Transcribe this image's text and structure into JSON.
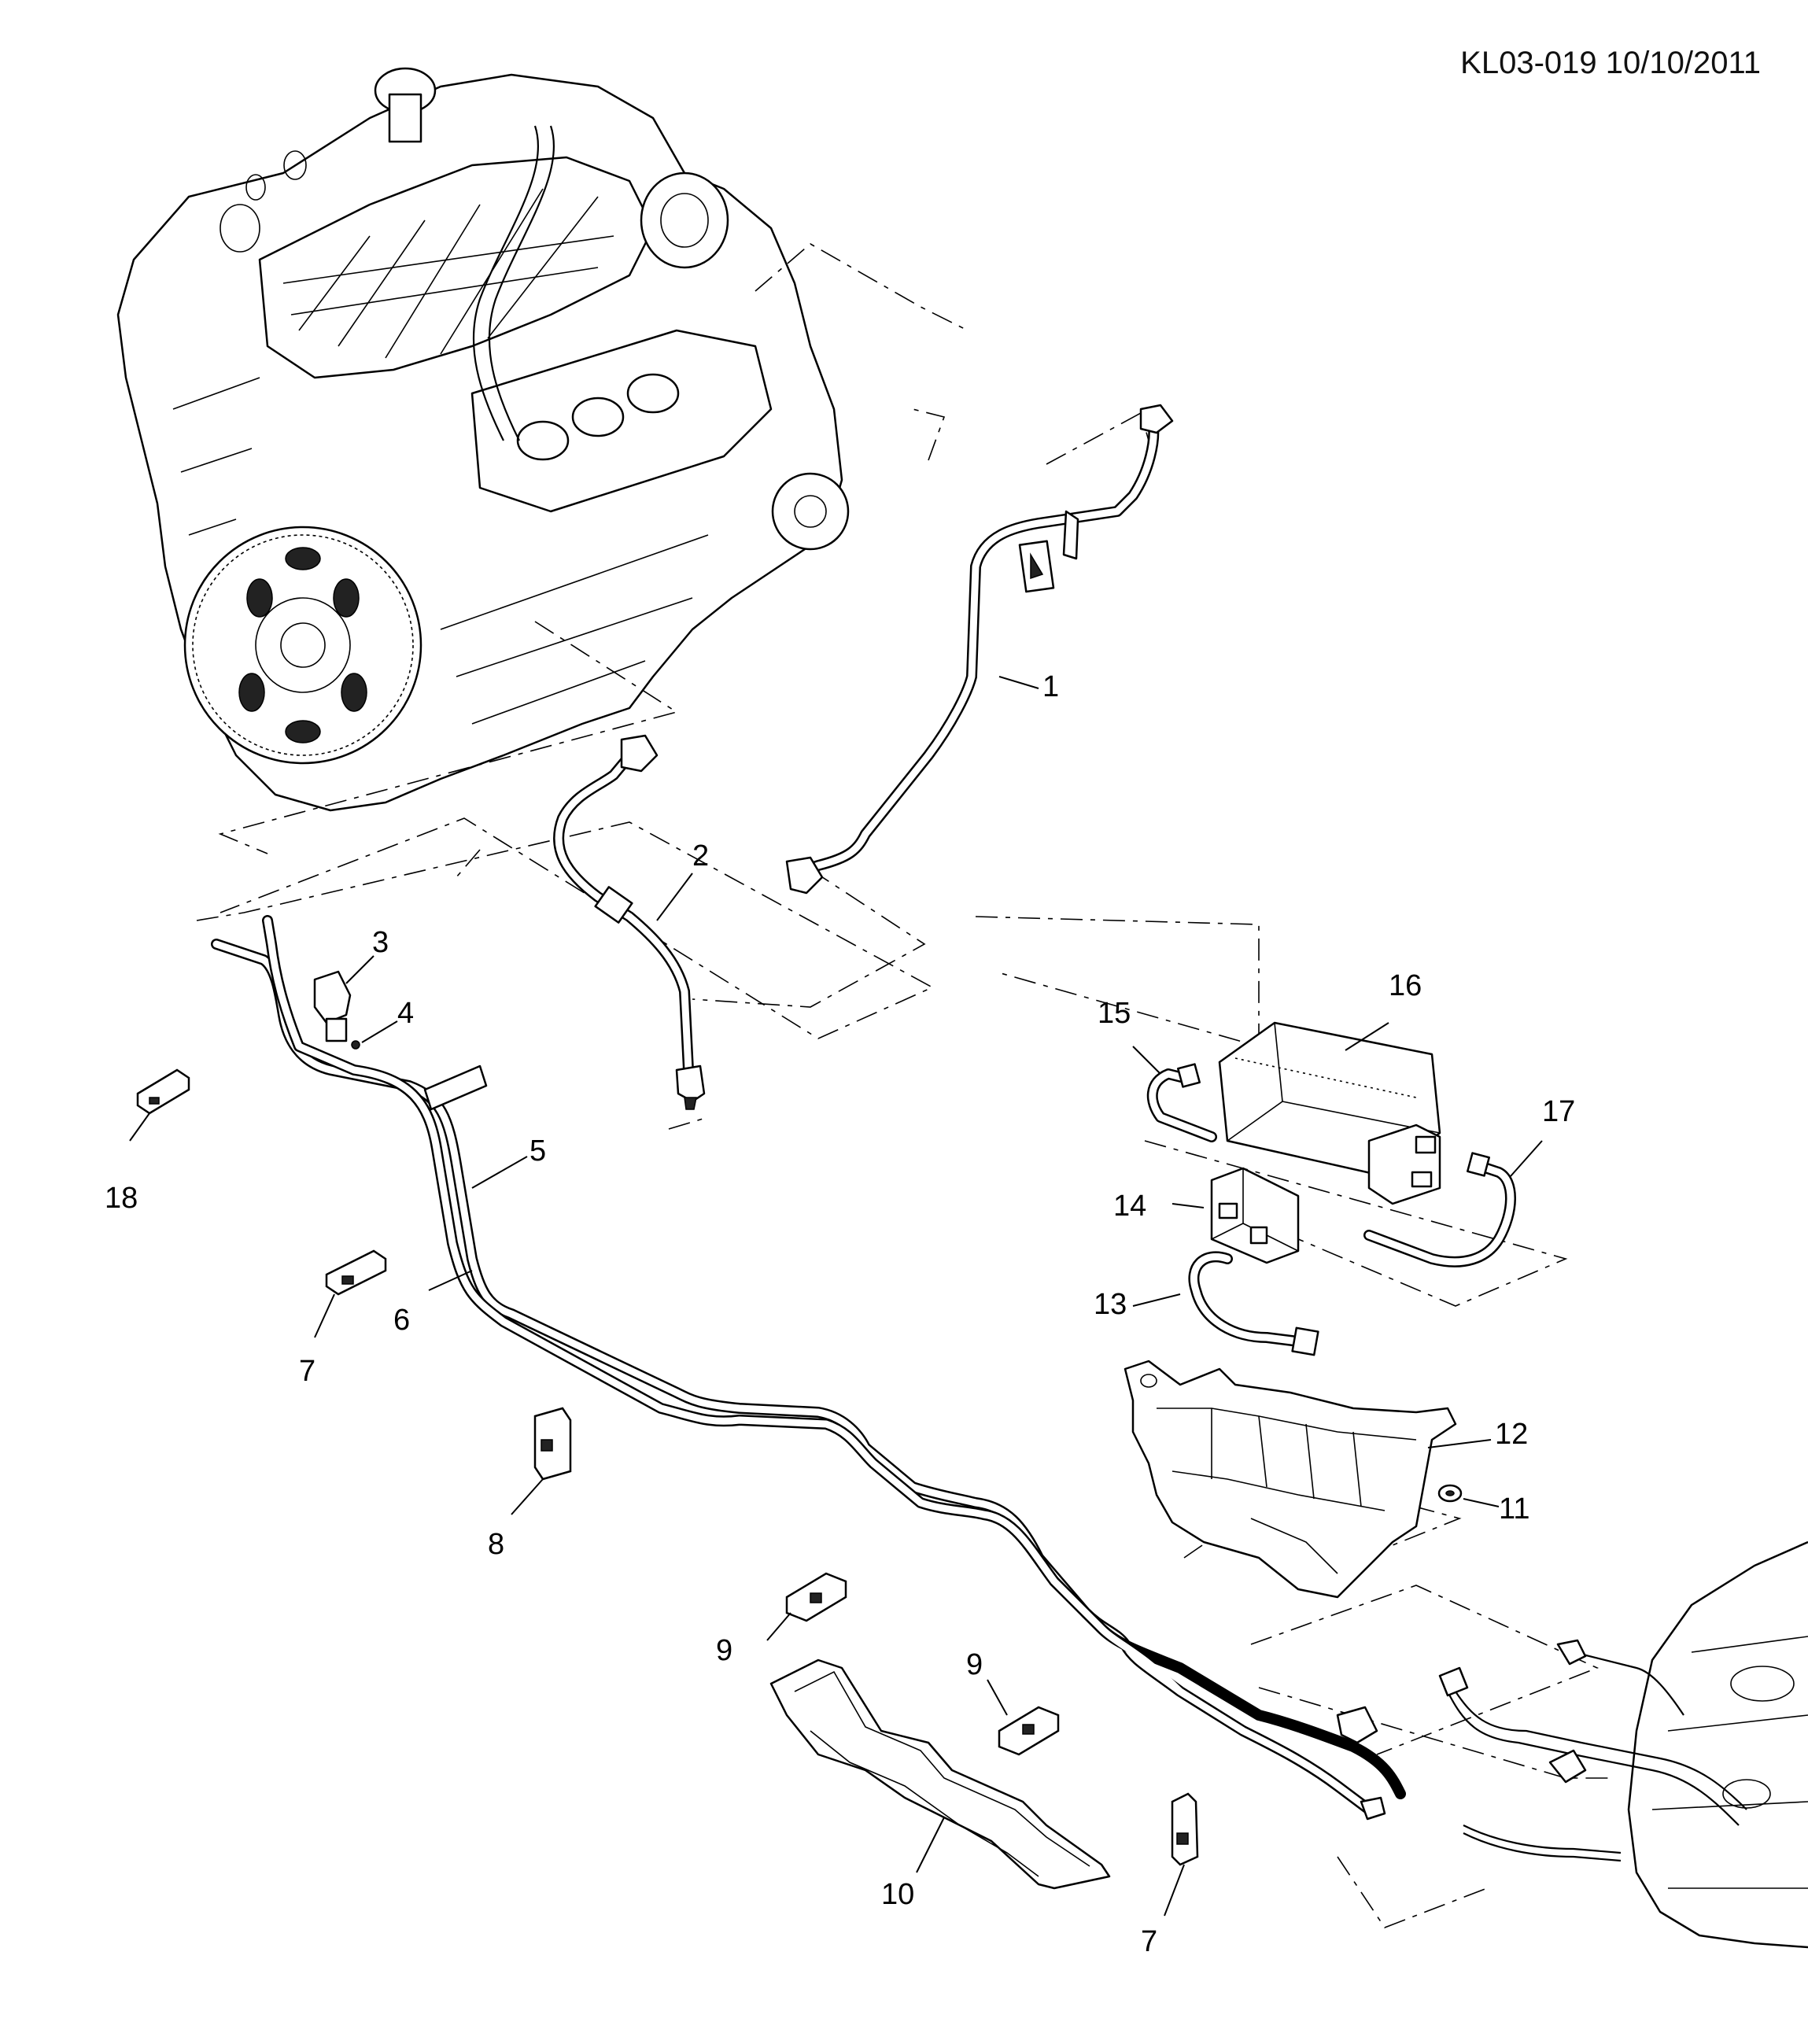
{
  "document": {
    "id_date": "KL03-019 10/10/2011"
  },
  "callouts": {
    "c1": "1",
    "c2": "2",
    "c3": "3",
    "c4": "4",
    "c5": "5",
    "c6": "6",
    "c7a": "7",
    "c7b": "7",
    "c8": "8",
    "c9a": "9",
    "c9b": "9",
    "c10": "10",
    "c11": "11",
    "c12": "12",
    "c13": "13",
    "c14": "14",
    "c15": "15",
    "c16": "16",
    "c17": "17",
    "c18": "18"
  }
}
